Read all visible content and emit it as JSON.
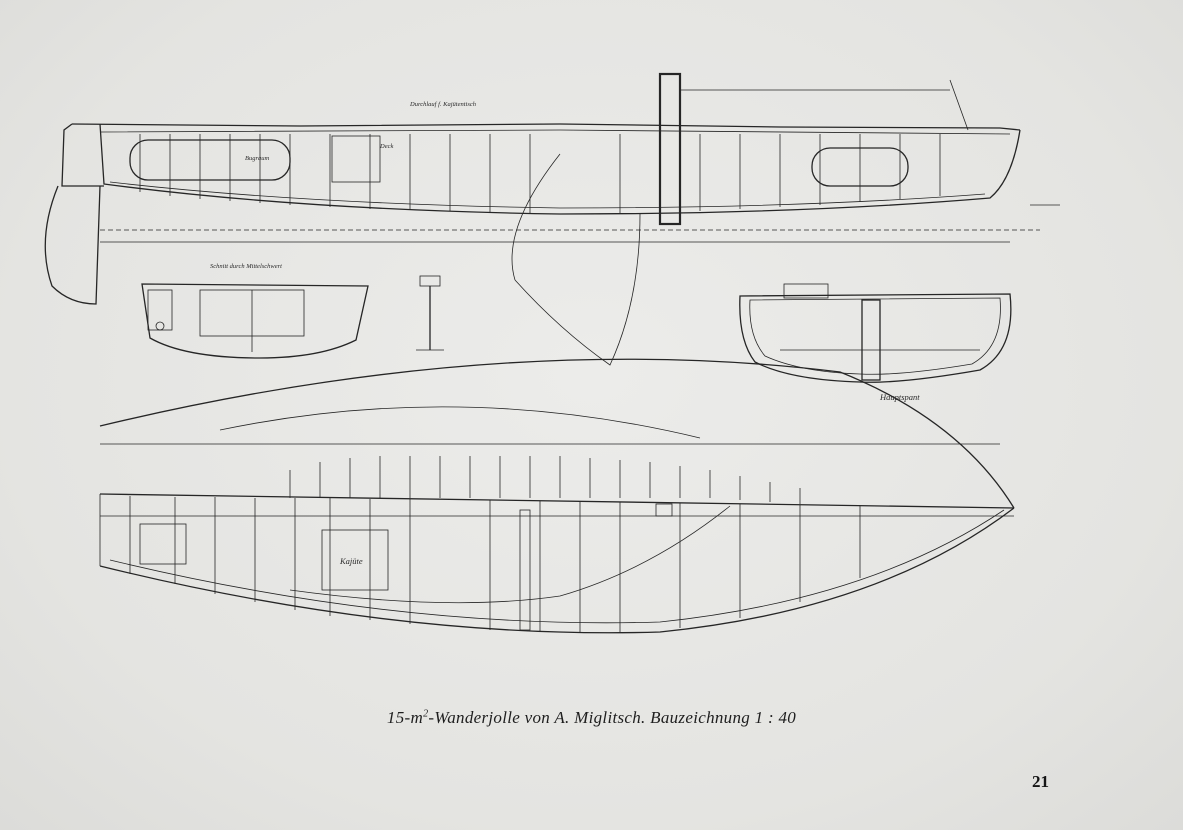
{
  "caption": {
    "prefix": "15-m",
    "superscript": "2",
    "suffix": "-Wanderjolle von A. Miglitsch. Bauzeichnung 1 : 40"
  },
  "page_number": "21",
  "drawing_labels": {
    "side_view_note": "Durchlauf f. Kajütentisch",
    "section_title": "Schnitt durch Mittelschwert",
    "midship_title": "Hauptspant",
    "cabin_label": "Kajüte",
    "bow_label": "Bugraum",
    "deck_label": "Deck"
  }
}
